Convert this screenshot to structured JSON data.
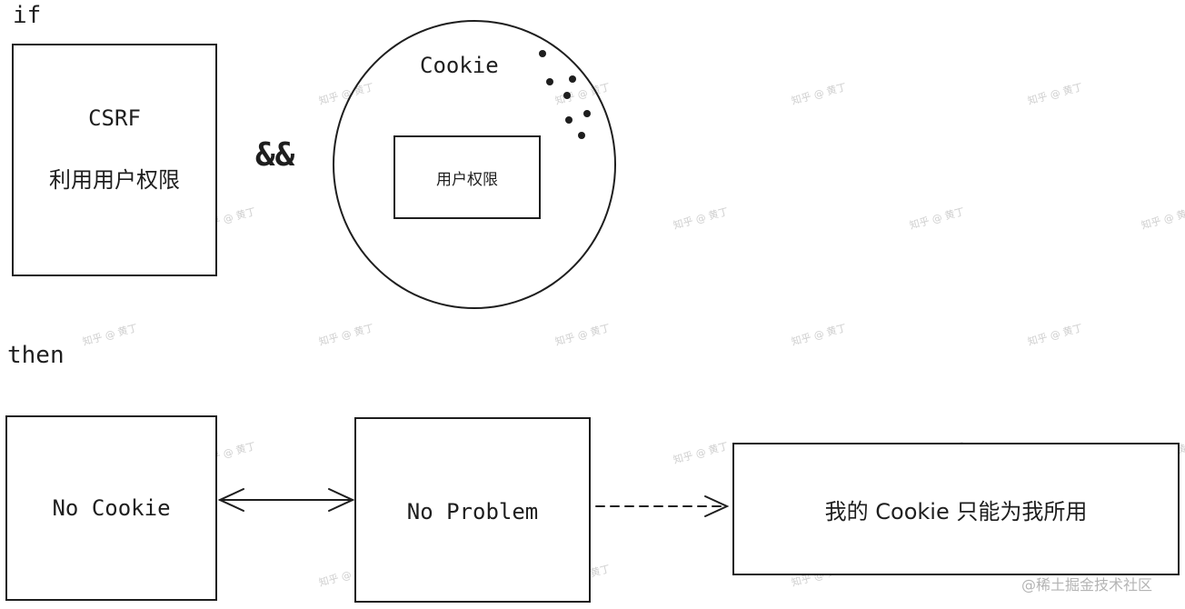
{
  "labels": {
    "if": "if",
    "then": "then",
    "and_operator": "&&"
  },
  "csrf_box": {
    "title": "CSRF",
    "subtitle": "利用用户权限"
  },
  "cookie_circle": {
    "title": "Cookie",
    "inner_label": "用户权限"
  },
  "result_boxes": {
    "no_cookie": "No Cookie",
    "no_problem": "No Problem",
    "conclusion": "我的 Cookie 只能为我所用"
  },
  "watermarks": {
    "repeated_text": "知乎 @ 黄丁"
  },
  "footer": {
    "source_watermark": "@稀土掘金技术社区"
  }
}
